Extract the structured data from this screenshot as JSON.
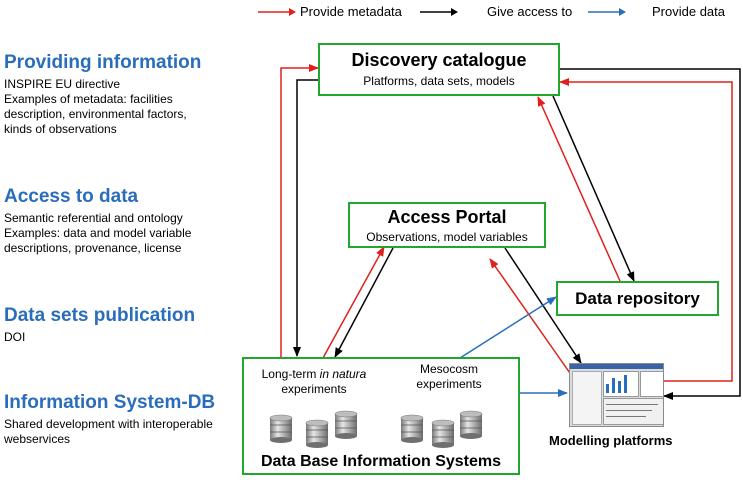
{
  "legend": {
    "provide_metadata": "Provide metadata",
    "give_access": "Give access to",
    "provide_data": "Provide data",
    "colors": {
      "metadata": "#e0201c",
      "access": "#000000",
      "data": "#2a6ebb"
    }
  },
  "sections": [
    {
      "title": "Providing information",
      "lines": [
        "INSPIRE EU directive",
        "Examples of metadata: facilities",
        "description, environmental factors,",
        "kinds of observations"
      ]
    },
    {
      "title": "Access to data",
      "lines": [
        "Semantic referential and ontology",
        "Examples: data and model variable",
        "descriptions, provenance, license"
      ]
    },
    {
      "title": "Data sets publication",
      "lines": [
        "DOI"
      ]
    },
    {
      "title": "Information System-DB",
      "lines": [
        "Shared development with interoperable",
        "webservices"
      ]
    }
  ],
  "discovery": {
    "title": "Discovery catalogue",
    "subtitle": "Platforms, data sets, models"
  },
  "portal": {
    "title": "Access Portal",
    "subtitle": "Observations, model variables"
  },
  "repository": {
    "title": "Data repository"
  },
  "dbis": {
    "title": "Data Base Information Systems",
    "longterm_pre": "Long-term ",
    "longterm_italic": "in natura",
    "longterm_line2": "experiments",
    "mesocosm_line1": "Mesocosm",
    "mesocosm_line2": "experiments"
  },
  "modelling": {
    "label": "Modelling platforms"
  },
  "accent_color": "#22a630"
}
